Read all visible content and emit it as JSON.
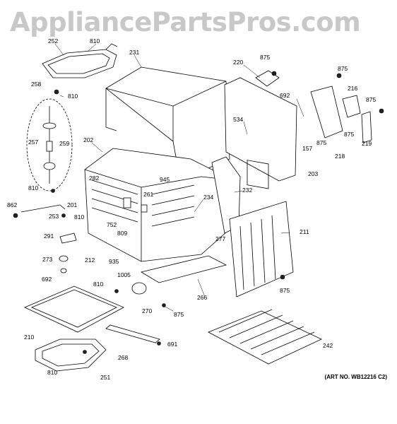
{
  "watermark": "AppliancePartsPros.com",
  "art_number": "(ART NO. WB12216 C2)",
  "labels": [
    "252",
    "810",
    "231",
    "220",
    "875",
    "875",
    "810",
    "258",
    "692",
    "216",
    "875",
    "534",
    "257",
    "259",
    "202",
    "157",
    "875",
    "218",
    "875",
    "219",
    "203",
    "282",
    "945",
    "261",
    "810",
    "234",
    "232",
    "862",
    "201",
    "253",
    "810",
    "752",
    "211",
    "291",
    "809",
    "277",
    "273",
    "212",
    "935",
    "692",
    "1005",
    "875",
    "810",
    "266",
    "270",
    "875",
    "210",
    "691",
    "242",
    "268",
    "810",
    "251"
  ]
}
